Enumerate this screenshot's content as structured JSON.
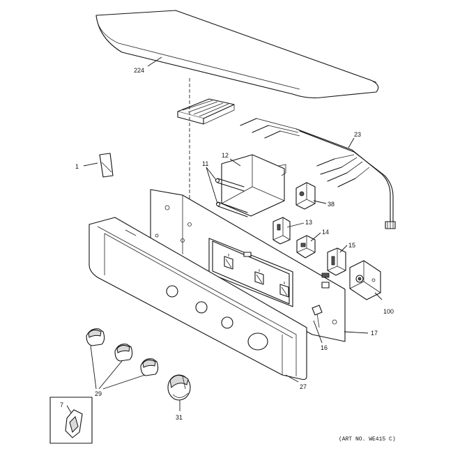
{
  "callouts": {
    "c224": "224",
    "c23": "23",
    "c1": "1",
    "c12": "12",
    "c11": "11",
    "c38": "38",
    "c13": "13",
    "c14": "14",
    "c15": "15",
    "c100": "100",
    "c17": "17",
    "c16": "16",
    "c27": "27",
    "c29": "29",
    "c31": "31",
    "c7": "7"
  },
  "art_number": "(ART NO. WE415 C)"
}
